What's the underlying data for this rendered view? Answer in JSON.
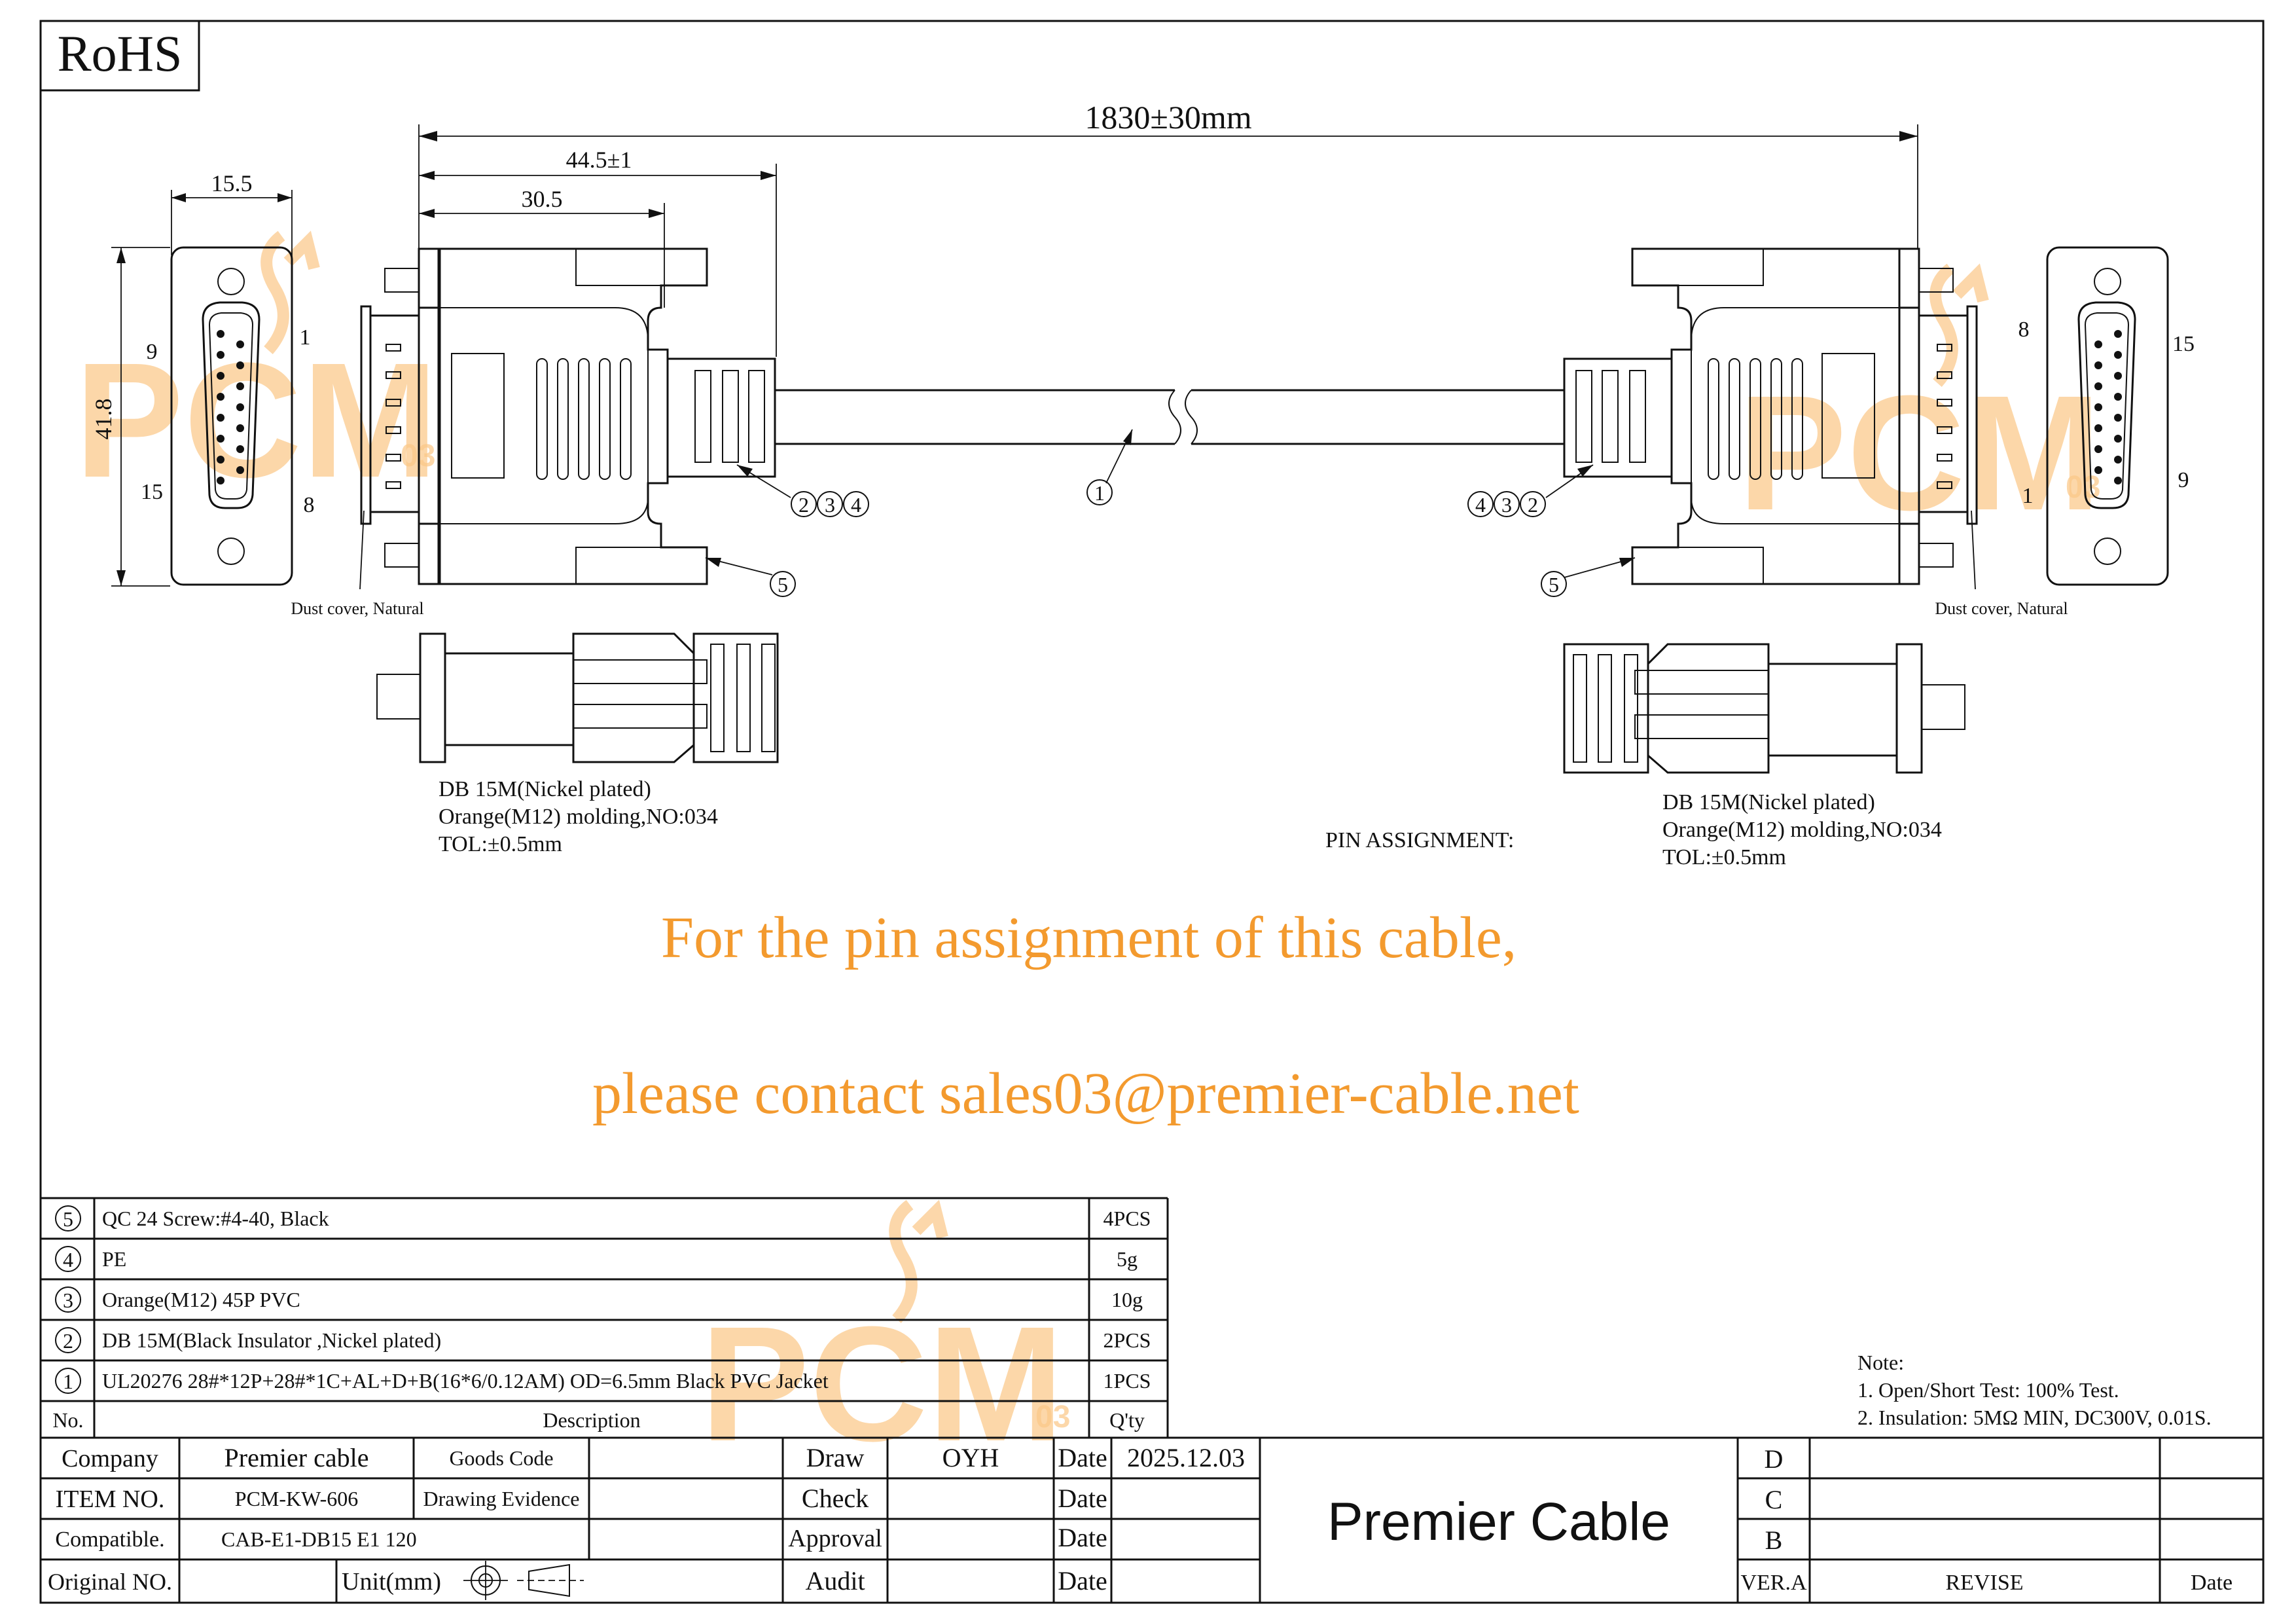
{
  "rohs": "RoHS",
  "dimensions": {
    "overall": "1830±30mm",
    "d445": "44.5±1",
    "d305": "30.5",
    "d155": "15.5",
    "d418": "41.8"
  },
  "pins_left": {
    "p9": "9",
    "p1": "1",
    "p15": "15",
    "p8": "8"
  },
  "pins_right": {
    "p8": "8",
    "p15": "15",
    "p1": "1",
    "p9": "9"
  },
  "callouts": {
    "c1": "1",
    "c2": "2",
    "c3": "3",
    "c4": "4",
    "c5": "5"
  },
  "dust_cover": "Dust cover, Natural",
  "left_spec": {
    "line1": "DB 15M(Nickel plated)",
    "line2": "Orange(M12) molding,NO:034",
    "line3": "TOL:±0.5mm"
  },
  "right_spec": {
    "line1": "DB 15M(Nickel plated)",
    "line2": "Orange(M12) molding,NO:034",
    "line3": "TOL:±0.5mm"
  },
  "pin_assignment_label": "PIN ASSIGNMENT:",
  "notice": {
    "line1": "For the pin assignment of this cable,",
    "line2": "please contact sales03@premier-cable.net"
  },
  "watermark": {
    "text": "PCM",
    "sub": "03"
  },
  "bom": {
    "rows": [
      {
        "no": "5",
        "desc": "QC 24 Screw:#4-40, Black",
        "qty": "4PCS"
      },
      {
        "no": "4",
        "desc": "PE",
        "qty": "5g"
      },
      {
        "no": "3",
        "desc": "Orange(M12) 45P PVC",
        "qty": "10g"
      },
      {
        "no": "2",
        "desc": "DB 15M(Black Insulator ,Nickel plated)",
        "qty": "2PCS"
      },
      {
        "no": "1",
        "desc": "UL20276 28#*12P+28#*1C+AL+D+B(16*6/0.12AM) OD=6.5mm Black PVC Jacket",
        "qty": "1PCS"
      }
    ],
    "header": {
      "no": "No.",
      "desc": "Description",
      "qty": "Q'ty"
    }
  },
  "notes": {
    "title": "Note:",
    "n1": "1. Open/Short Test: 100% Test.",
    "n2": "2. Insulation: 5MΩ  MIN, DC300V, 0.01S."
  },
  "title_block": {
    "company_label": "Company",
    "company_value": "Premier cable",
    "goods_code_label": "Goods Code",
    "goods_code_value": "",
    "item_label": "ITEM NO.",
    "item_value": "PCM-KW-606",
    "drawing_evidence_label": "Drawing Evidence",
    "drawing_evidence_value": "",
    "compatible_label": "Compatible.",
    "compatible_value": "CAB-E1-DB15 E1 120",
    "original_label": "Original NO.",
    "original_value": "",
    "unit_label": "Unit(mm)",
    "draw_label": "Draw",
    "draw_value": "OYH",
    "check_label": "Check",
    "check_value": "",
    "approval_label": "Approval",
    "approval_value": "",
    "audit_label": "Audit",
    "audit_value": "",
    "date_label": "Date",
    "draw_date": "2025.12.03",
    "check_date": "",
    "approval_date": "",
    "audit_date": "",
    "brand": "Premier Cable",
    "rev_d": "D",
    "rev_c": "C",
    "rev_b": "B",
    "ver_label": "VER.A",
    "revise_label": "REVISE",
    "rev_date_label": "Date"
  }
}
